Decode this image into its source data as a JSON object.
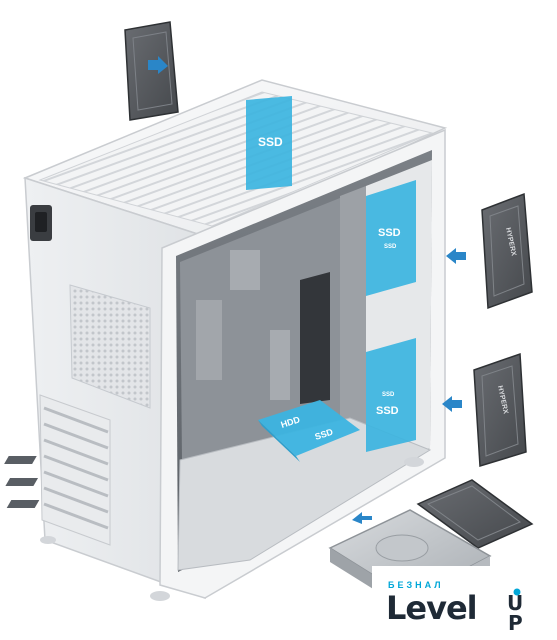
{
  "image": {
    "subject": "white-pc-case-drive-mounting"
  },
  "labels": {
    "ssd_top": "SSD",
    "ssd_rear_upper": "SSD",
    "ssd_rear_upper_sub": "SSD",
    "ssd_rear_lower_sub": "SSD",
    "ssd_rear_lower": "SSD",
    "hdd_tray": "HDD",
    "ssd_tray": "SSD"
  },
  "drive_branding": {
    "upper": "HYPERX",
    "lower": "HYPERX"
  },
  "watermark": {
    "small": "БЕЗНАЛ",
    "main": "Level",
    "suffix": "UP"
  },
  "colors": {
    "mount_highlight": "#3cb4e0",
    "arrow": "#2a86c8",
    "case_white": "#f4f5f6",
    "brand_blue": "#00a7d8",
    "brand_dark": "#1f2a36"
  }
}
